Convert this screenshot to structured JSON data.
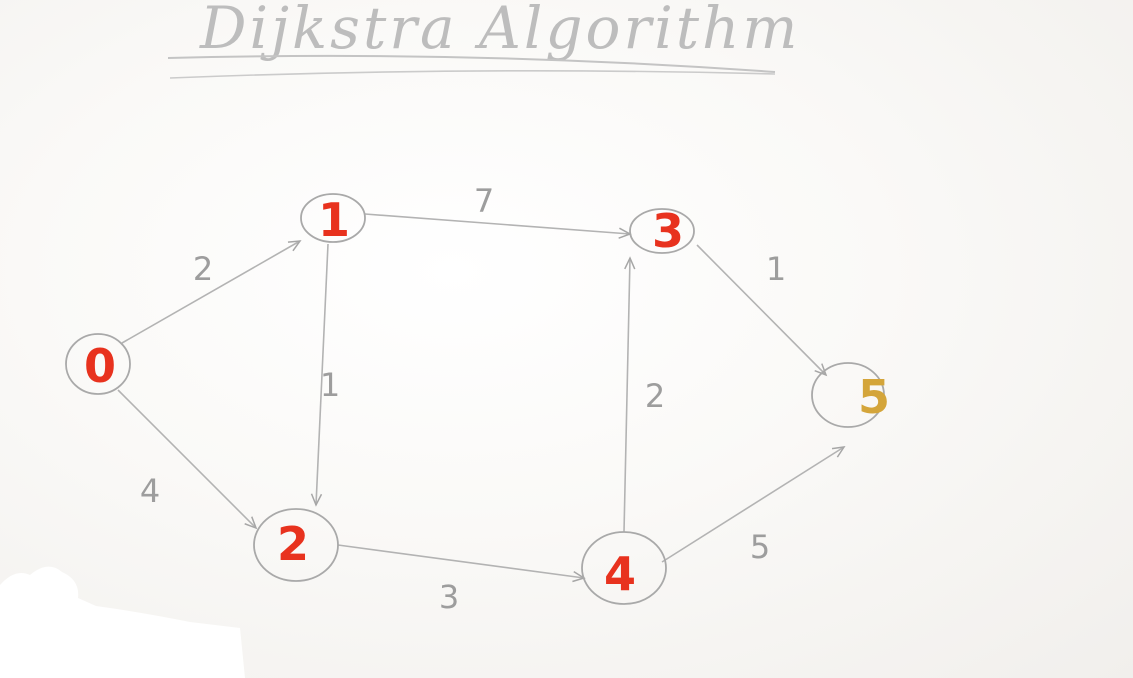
{
  "title": "Dijkstra Algorithm",
  "colors": {
    "pencil": "#aaaaaa",
    "marker_red": "#e8321e",
    "marker_gold": "#d4a53a"
  },
  "nodes": [
    {
      "id": "0",
      "label": "0",
      "color": "#e8321e"
    },
    {
      "id": "1",
      "label": "1",
      "color": "#e8321e"
    },
    {
      "id": "2",
      "label": "2",
      "color": "#e8321e"
    },
    {
      "id": "3",
      "label": "3",
      "color": "#e8321e"
    },
    {
      "id": "4",
      "label": "4",
      "color": "#e8321e"
    },
    {
      "id": "5",
      "label": "5",
      "color": "#d4a53a"
    }
  ],
  "edges": [
    {
      "from": "0",
      "to": "1",
      "weight": "2"
    },
    {
      "from": "0",
      "to": "2",
      "weight": "4"
    },
    {
      "from": "1",
      "to": "3",
      "weight": "7"
    },
    {
      "from": "1",
      "to": "2",
      "weight": "1"
    },
    {
      "from": "2",
      "to": "4",
      "weight": "3"
    },
    {
      "from": "4",
      "to": "3",
      "weight": "2"
    },
    {
      "from": "3",
      "to": "5",
      "weight": "1"
    },
    {
      "from": "4",
      "to": "5",
      "weight": "5"
    }
  ]
}
